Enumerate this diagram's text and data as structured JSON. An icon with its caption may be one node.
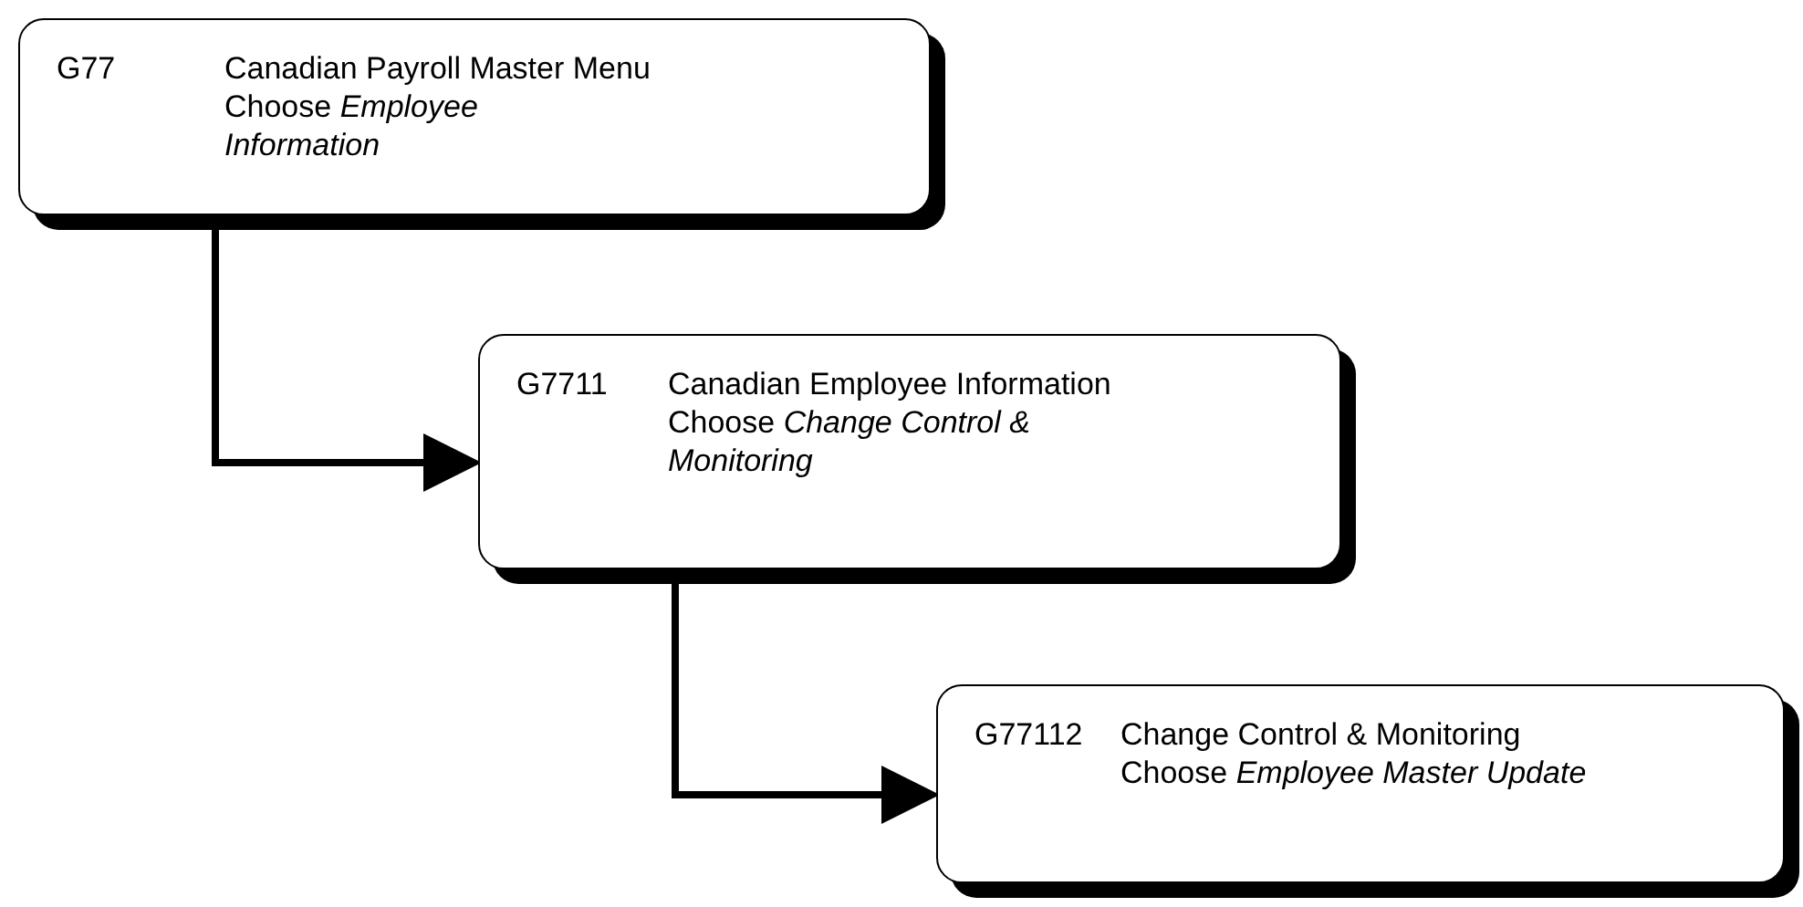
{
  "diagram": {
    "nodes": [
      {
        "text": [
          "G77",
          "Canadian Payroll Master Menu",
          "Choose *Employee Information*"
        ]
      },
      {
        "text": [
          "G7711",
          "Canadian Employee Information",
          "Choose *Change Control & Monitoring*"
        ]
      },
      {
        "text": [
          "G77112",
          "Change Control & Monitoring",
          "Choose *Employee Master Update*"
        ]
      }
    ],
    "edges": [
      {
        "from": 0,
        "to": 1,
        "arrow": "to"
      },
      {
        "from": 1,
        "to": 2,
        "arrow": "to"
      }
    ]
  }
}
